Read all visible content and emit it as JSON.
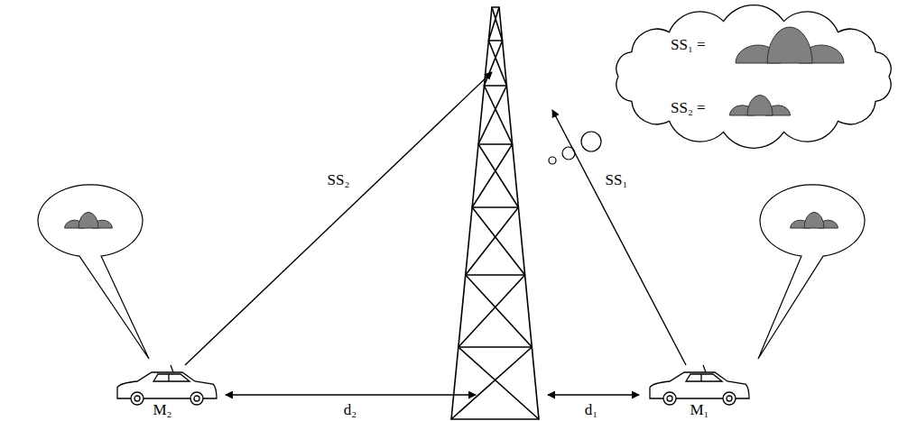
{
  "diagram": {
    "nodes": [
      {
        "text": [
          "SS₁ =",
          "SS₂ ="
        ]
      }
    ],
    "labels": [
      "SS₂",
      "SS₁",
      "d₂",
      "d₁",
      "M₂",
      "M₁"
    ]
  }
}
